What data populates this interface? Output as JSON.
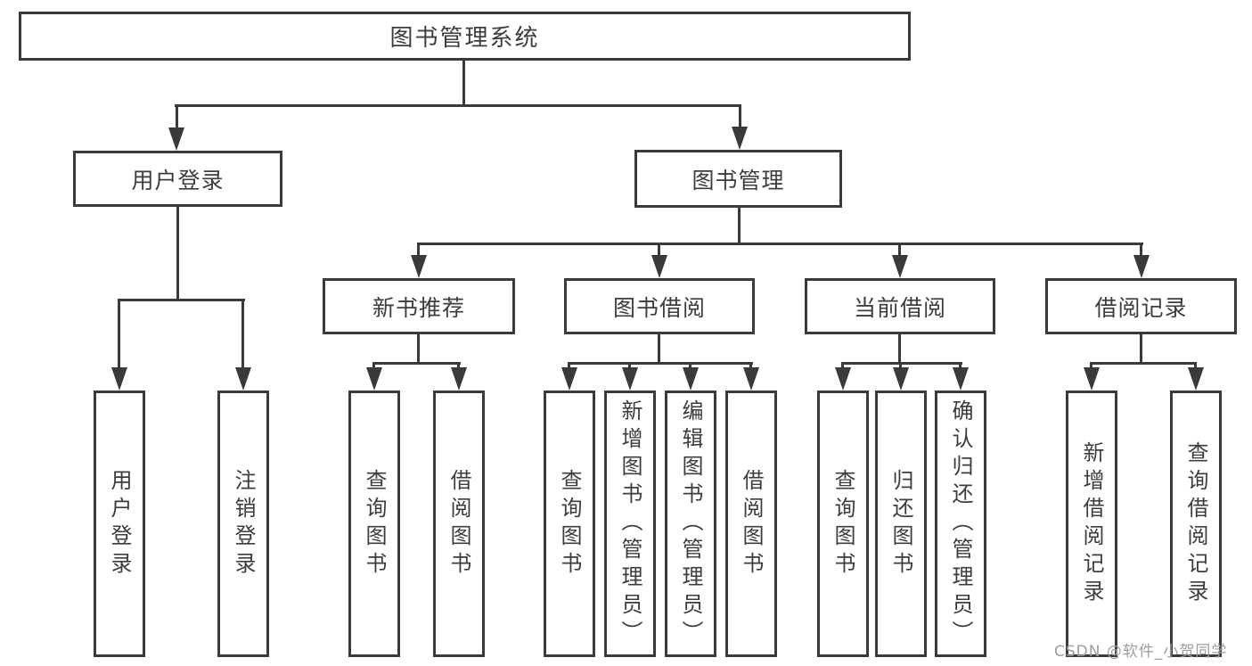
{
  "diagram": {
    "title": "图书管理系统",
    "root": {
      "label": "图书管理系统"
    },
    "level2": [
      {
        "label": "用户登录"
      },
      {
        "label": "图书管理"
      }
    ],
    "level3": [
      {
        "label": "新书推荐",
        "parent": "图书管理"
      },
      {
        "label": "图书借阅",
        "parent": "图书管理"
      },
      {
        "label": "当前借阅",
        "parent": "图书管理"
      },
      {
        "label": "借阅记录",
        "parent": "图书管理"
      }
    ],
    "leaves": [
      {
        "label": "用户登录",
        "parent": "用户登录"
      },
      {
        "label": "注销登录",
        "parent": "用户登录"
      },
      {
        "label": "查询图书",
        "parent": "新书推荐"
      },
      {
        "label": "借阅图书",
        "parent": "新书推荐"
      },
      {
        "label": "查询图书",
        "parent": "图书借阅"
      },
      {
        "label": "新增图书（管理员）",
        "parent": "图书借阅"
      },
      {
        "label": "编辑图书（管理员）",
        "parent": "图书借阅"
      },
      {
        "label": "借阅图书",
        "parent": "图书借阅"
      },
      {
        "label": "查询图书",
        "parent": "当前借阅"
      },
      {
        "label": "归还图书",
        "parent": "当前借阅"
      },
      {
        "label": "确认归还（管理员）",
        "parent": "当前借阅"
      },
      {
        "label": "新增借阅记录",
        "parent": "借阅记录"
      },
      {
        "label": "查询借阅记录",
        "parent": "借阅记录"
      }
    ]
  },
  "watermark": "CSDN @软件_小贺同学",
  "colors": {
    "line": "#3a3a3a",
    "text": "#3d3d3d",
    "watermark": "#9d9d9d",
    "background": "#ffffff"
  }
}
